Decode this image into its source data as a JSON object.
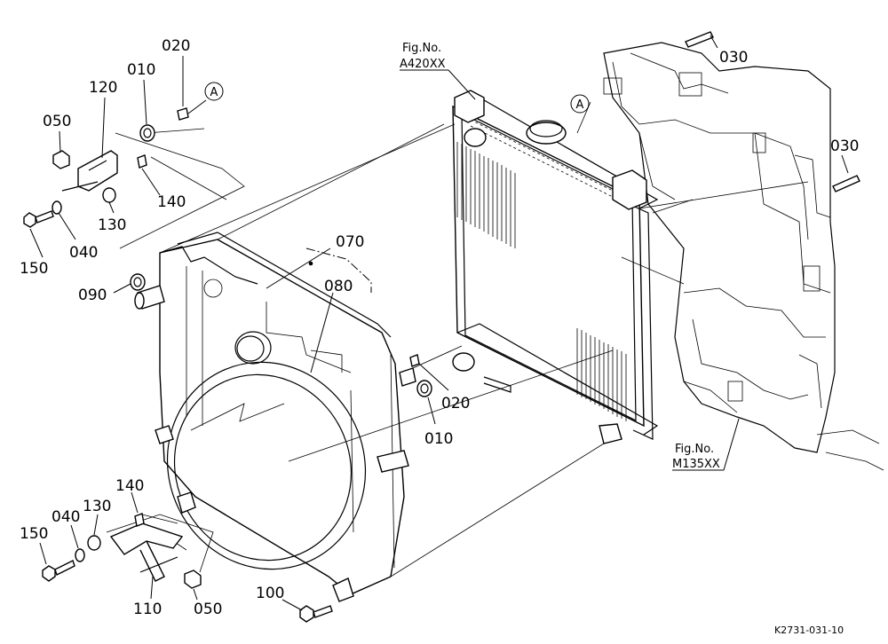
{
  "diagram": {
    "drawing_code": "K2731-031-10",
    "callouts": [
      {
        "id": "c020a",
        "text": "020"
      },
      {
        "id": "c010a",
        "text": "010"
      },
      {
        "id": "c120",
        "text": "120"
      },
      {
        "id": "c050a",
        "text": "050"
      },
      {
        "id": "c140a",
        "text": "140"
      },
      {
        "id": "c130a",
        "text": "130"
      },
      {
        "id": "c040a",
        "text": "040"
      },
      {
        "id": "c150a",
        "text": "150"
      },
      {
        "id": "c090",
        "text": "090"
      },
      {
        "id": "c070",
        "text": "070"
      },
      {
        "id": "c080",
        "text": "080"
      },
      {
        "id": "c020b",
        "text": "020"
      },
      {
        "id": "c010b",
        "text": "010"
      },
      {
        "id": "c030a",
        "text": "030"
      },
      {
        "id": "c030b",
        "text": "030"
      },
      {
        "id": "c140b",
        "text": "140"
      },
      {
        "id": "c130b",
        "text": "130"
      },
      {
        "id": "c040b",
        "text": "040"
      },
      {
        "id": "c150b",
        "text": "150"
      },
      {
        "id": "c110",
        "text": "110"
      },
      {
        "id": "c050b",
        "text": "050"
      },
      {
        "id": "c100",
        "text": "100"
      }
    ],
    "refs": {
      "a420_line1": "Fig.No.",
      "a420_line2": "A420XX",
      "m135_line1": "Fig.No.",
      "m135_line2": "M135XX"
    },
    "markers": {
      "a_left": "A",
      "a_right": "A"
    }
  }
}
